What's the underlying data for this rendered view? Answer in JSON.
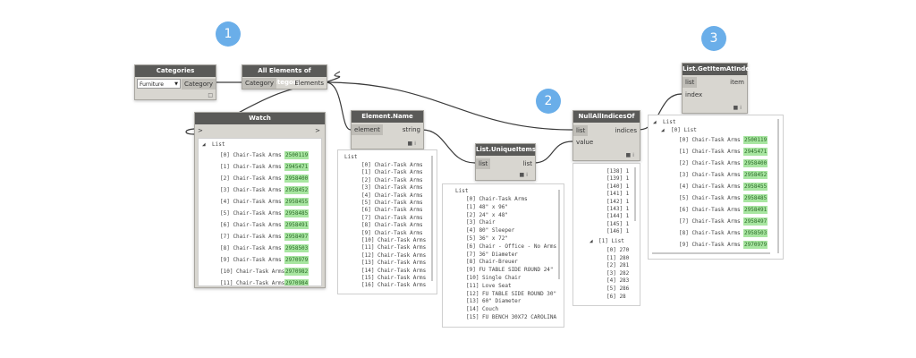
{
  "badges": [
    "1",
    "2",
    "3"
  ],
  "nodes": {
    "categories": {
      "title": "Categories",
      "dropdown_value": "Furniture",
      "output": "Category"
    },
    "all_elements": {
      "title": "All Elements of Category",
      "input": "Category",
      "output": "Elements"
    },
    "watch": {
      "title": "Watch",
      "in_port": ">",
      "out_port": ">"
    },
    "element_name": {
      "title": "Element.Name",
      "input": "element",
      "output": "string"
    },
    "unique_items": {
      "title": "List.UniqueItems",
      "input": "list",
      "output": "list"
    },
    "null_indices": {
      "title": "NullAllIndicesOf",
      "inputs": [
        "list",
        "value"
      ],
      "output": "indices"
    },
    "get_item": {
      "title": "List.GetItemAtIndex",
      "inputs": [
        "list",
        "index"
      ],
      "output": "item"
    }
  },
  "watch_preview": {
    "header": "List",
    "rows": [
      {
        "label": "[0] Chair-Task Arms",
        "value": "2500119"
      },
      {
        "label": "[1] Chair-Task Arms",
        "value": "2945471"
      },
      {
        "label": "[2] Chair-Task Arms",
        "value": "2958400"
      },
      {
        "label": "[3] Chair-Task Arms",
        "value": "2958452"
      },
      {
        "label": "[4] Chair-Task Arms",
        "value": "2958455"
      },
      {
        "label": "[5] Chair-Task Arms",
        "value": "2958485"
      },
      {
        "label": "[6] Chair-Task Arms",
        "value": "2958491"
      },
      {
        "label": "[7] Chair-Task Arms",
        "value": "2958497"
      },
      {
        "label": "[8] Chair-Task Arms",
        "value": "2958503"
      },
      {
        "label": "[9] Chair-Task Arms",
        "value": "2970979"
      },
      {
        "label": "[10] Chair-Task Arms",
        "value": "2970982"
      },
      {
        "label": "[11] Chair-Task Arms",
        "value": "2970984"
      }
    ]
  },
  "name_preview": {
    "header": "List",
    "rows": [
      "[0] Chair-Task Arms",
      "[1] Chair-Task Arms",
      "[2] Chair-Task Arms",
      "[3] Chair-Task Arms",
      "[4] Chair-Task Arms",
      "[5] Chair-Task Arms",
      "[6] Chair-Task Arms",
      "[7] Chair-Task Arms",
      "[8] Chair-Task Arms",
      "[9] Chair-Task Arms",
      "[10] Chair-Task Arms",
      "[11] Chair-Task Arms",
      "[12] Chair-Task Arms",
      "[13] Chair-Task Arms",
      "[14] Chair-Task Arms",
      "[15] Chair-Task Arms",
      "[16] Chair-Task Arms"
    ]
  },
  "unique_preview": {
    "header": "List",
    "rows": [
      "[0] Chair-Task Arms",
      "[1] 48\" x 96\"",
      "[2] 24\" x 48\"",
      "[3] Chair",
      "[4] 80\" Sleeper",
      "[5] 36\" x 72\"",
      "[6] Chair - Office - No Arms",
      "[7] 36\" Diameter",
      "[8] Chair-Breuer",
      "[9] FU TABLE SIDE ROUND 24\"",
      "[10] Single Chair",
      "[11] Love Seat",
      "[12] FU TABLE SIDE ROUND 30\"",
      "[13] 60\" Diameter",
      "[14] Couch",
      "[15] FU BENCH 30X72 CAROLINA"
    ]
  },
  "null_preview": {
    "rows": [
      "[138] 1",
      "[139] 1",
      "[140] 1",
      "[141] 1",
      "[142] 1",
      "[143] 1",
      "[144] 1",
      "[145] 1",
      "[146] 1"
    ],
    "sub_header": "[1] List",
    "sub_rows": [
      "[0] 270",
      "[1] 280",
      "[2] 281",
      "[3] 282",
      "[4] 283",
      "[5] 286",
      "[6] 28"
    ]
  },
  "get_preview": {
    "header": "List",
    "sub_header": "[0] List",
    "rows": [
      {
        "label": "[0] Chair-Task Arms",
        "value": "2500119"
      },
      {
        "label": "[1] Chair-Task Arms",
        "value": "2945471"
      },
      {
        "label": "[2] Chair-Task Arms",
        "value": "2958400"
      },
      {
        "label": "[3] Chair-Task Arms",
        "value": "2958452"
      },
      {
        "label": "[4] Chair-Task Arms",
        "value": "2958455"
      },
      {
        "label": "[5] Chair-Task Arms",
        "value": "2958485"
      },
      {
        "label": "[6] Chair-Task Arms",
        "value": "2958491"
      },
      {
        "label": "[7] Chair-Task Arms",
        "value": "2958497"
      },
      {
        "label": "[8] Chair-Task Arms",
        "value": "2958503"
      },
      {
        "label": "[9] Chair-Task Arms",
        "value": "2970979"
      }
    ]
  }
}
